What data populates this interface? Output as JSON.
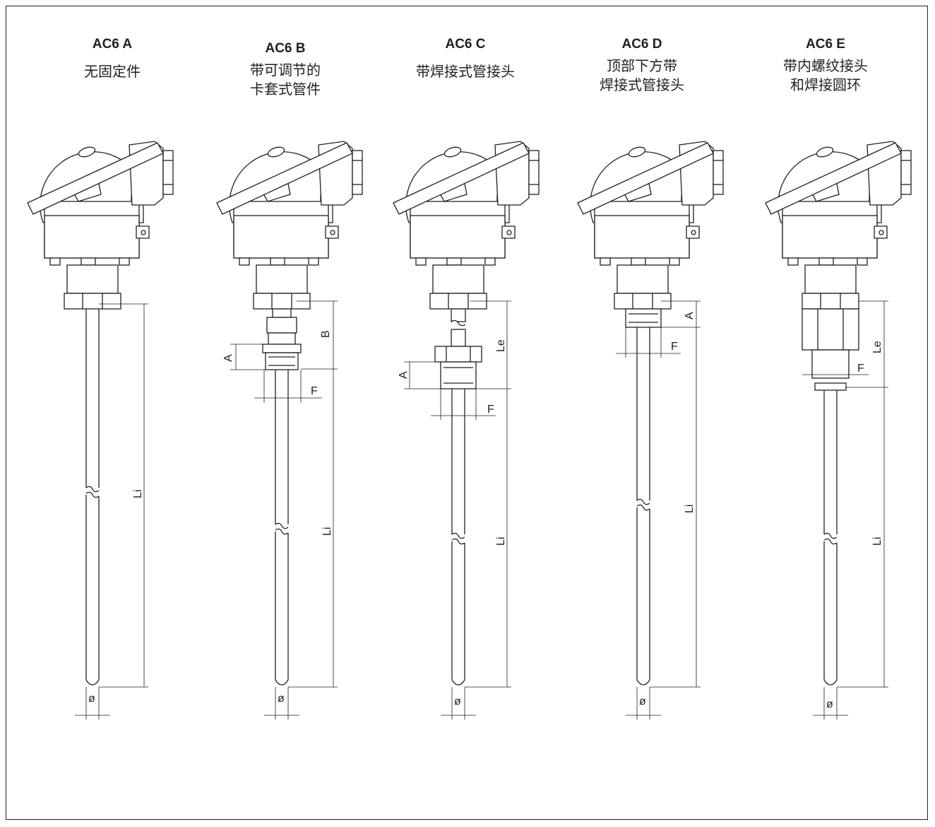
{
  "variants": [
    {
      "code": "AC6 A",
      "description": "无固定件"
    },
    {
      "code": "AC6 B",
      "description": "带可调节的\n卡套式管件"
    },
    {
      "code": "AC6 C",
      "description": "带焊接式管接头"
    },
    {
      "code": "AC6 D",
      "description": "顶部下方带\n焊接式管接头"
    },
    {
      "code": "AC6 E",
      "description": "带内螺纹接头\n和焊接圆环"
    }
  ],
  "dimension_labels": {
    "insertion_length": "Li",
    "extension_length": "Le",
    "thread_length": "A",
    "fitting_height": "B",
    "across_flats": "F",
    "diameter": "ø"
  },
  "colors": {
    "line": "#231f20",
    "background": "#ffffff"
  }
}
